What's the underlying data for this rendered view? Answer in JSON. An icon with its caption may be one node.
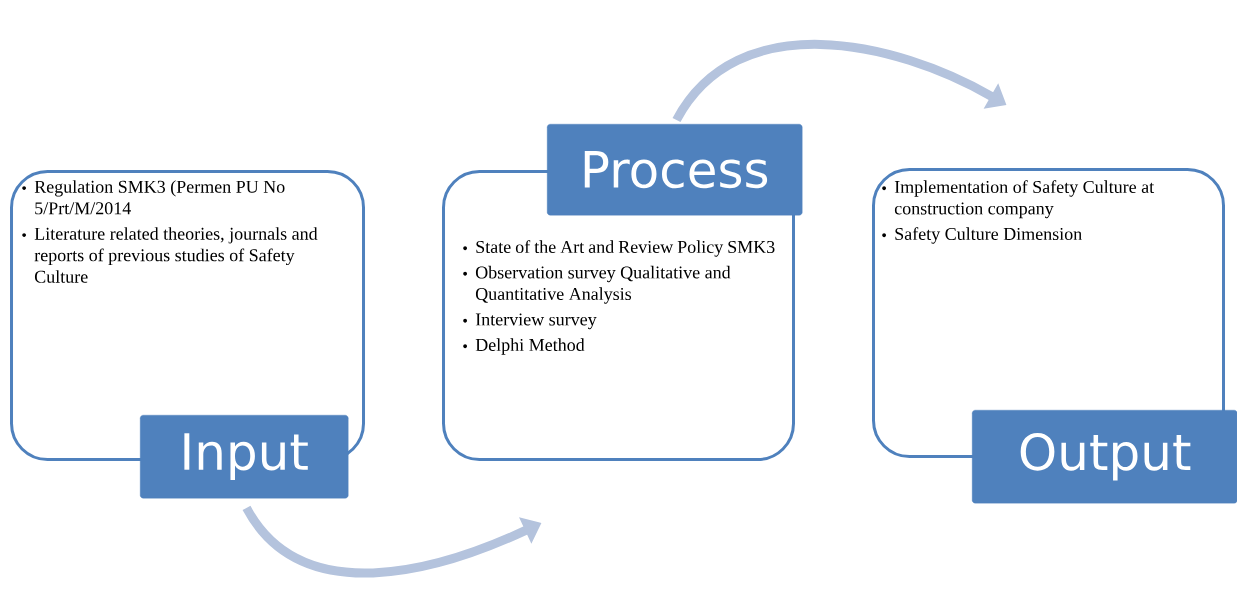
{
  "diagram": {
    "nodes": [
      {
        "text": [
          "Regulation SMK3 (Permen PU No 5/Prt/M/2014",
          "Literature related theories, journals and reports of previous studies of Safety Culture",
          "Input"
        ]
      },
      {
        "text": [
          "Process",
          "State of the Art and Review Policy SMK3",
          "Observation survey Qualitative and Quantitative Analysis",
          "Interview survey",
          "Delphi Method"
        ]
      },
      {
        "text": [
          "Implementation of Safety Culture at construction company",
          "Safety Culture Dimension",
          "Output"
        ]
      }
    ],
    "edges": [
      {
        "from": 0,
        "to": 1,
        "arrow": "to"
      },
      {
        "from": 1,
        "to": 2,
        "arrow": "to"
      }
    ]
  }
}
